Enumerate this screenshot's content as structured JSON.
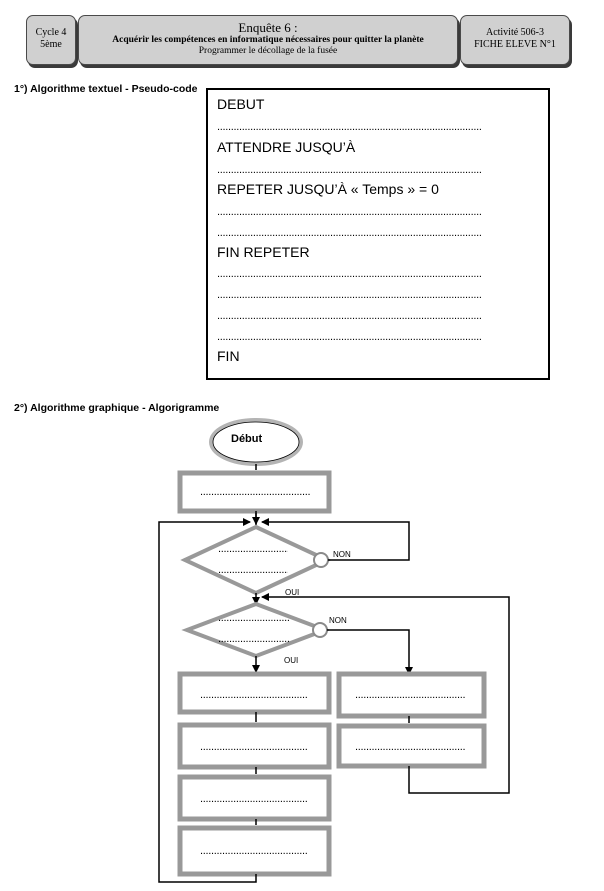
{
  "header": {
    "left_line1": "Cycle 4",
    "left_line2": "5ème",
    "title": "Enquête 6 :",
    "subtitle": "Acquérir les compétences en informatique nécessaires pour quitter la planète",
    "subtitle2": "Programmer le décollage de la fusée",
    "right_line1": "Activité 506-3",
    "right_line2": "FICHE ELEVE N°1"
  },
  "section1": {
    "title": "1°) Algorithme textuel - Pseudo-code",
    "lines": {
      "debut": "DEBUT",
      "attendre": "ATTENDRE JUSQU’À",
      "repeter": "REPETER JUSQU’À « Temps » = 0",
      "fin_repeter": "FIN REPETER",
      "fin": "FIN"
    },
    "blank": "...................................................................................................."
  },
  "section2": {
    "title": "2°) Algorithme graphique - Algorigramme",
    "start": "Début",
    "blank": "..............................................",
    "labels": {
      "non": "NON",
      "oui": "OUI"
    }
  }
}
